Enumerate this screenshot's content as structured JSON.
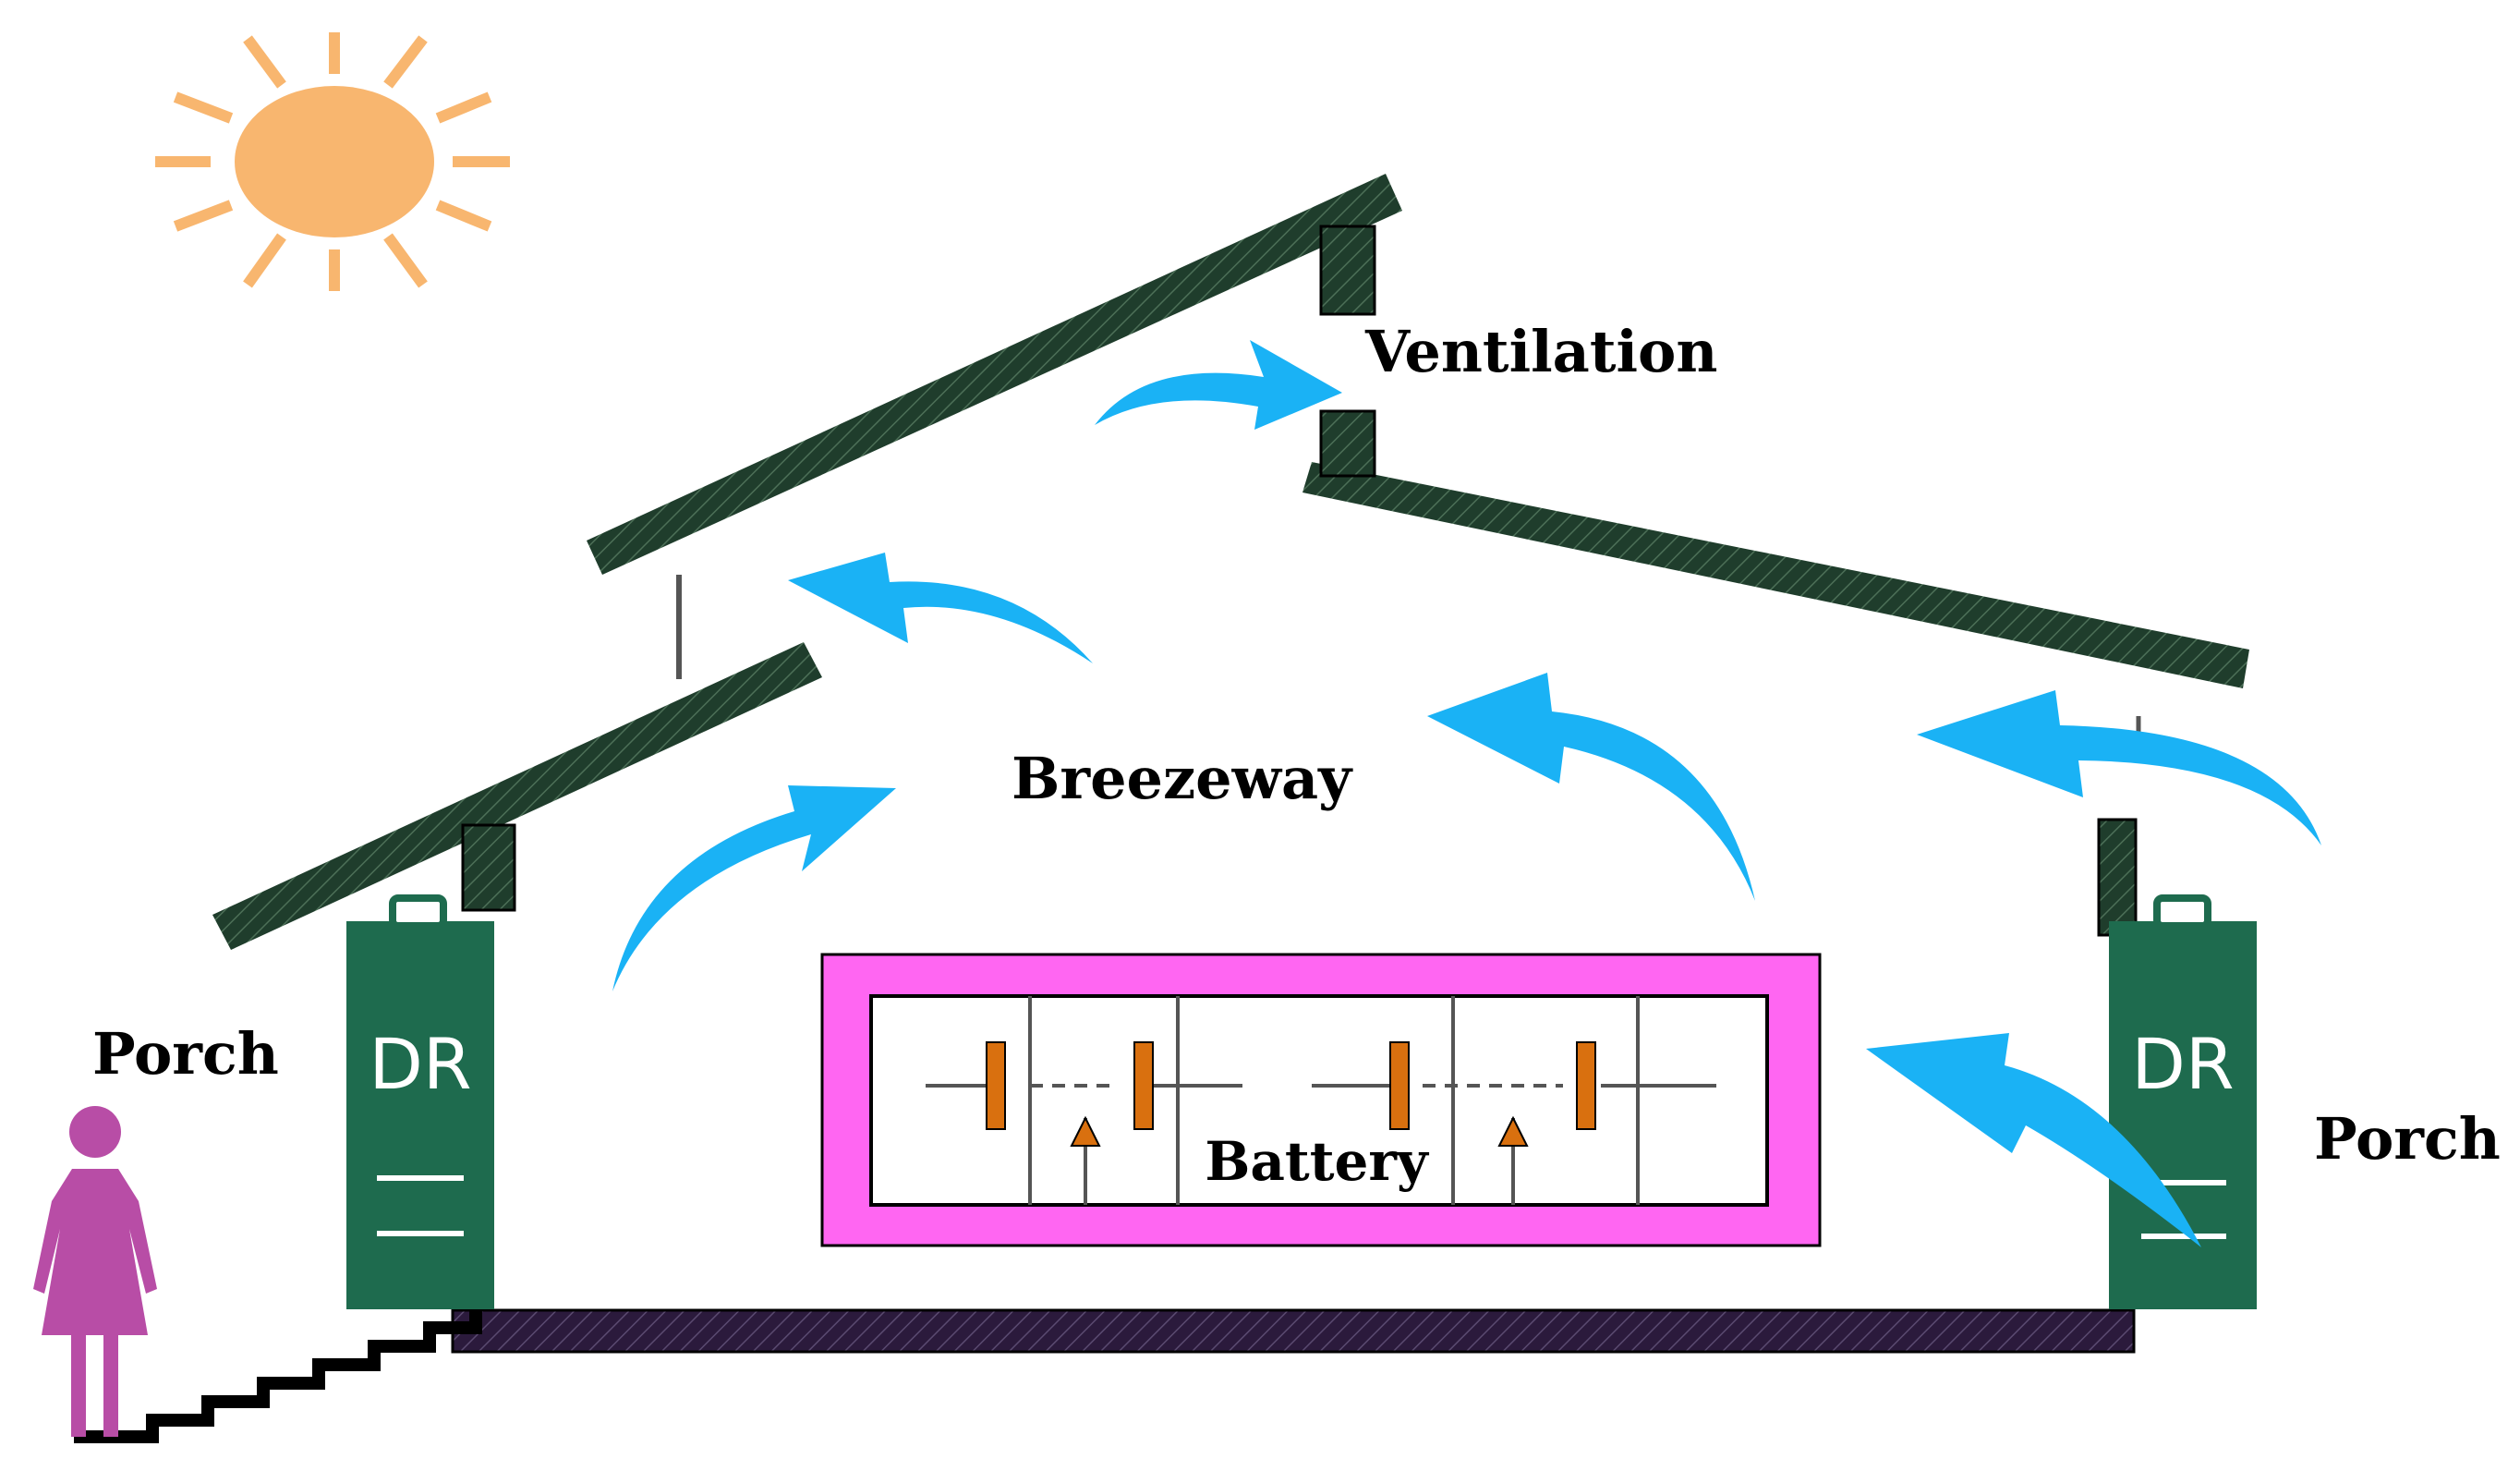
{
  "labels": {
    "ventilation": "Ventilation",
    "breezeway": "Breezeway",
    "porch_left": "Porch",
    "porch_right": "Porch",
    "battery": "Battery",
    "dr_left": "DR",
    "dr_right": "DR"
  },
  "colors": {
    "roof": "#1f3d2c",
    "airflow": "#1ab2f5",
    "sun": "#f8b66f",
    "battery_frame": "#ff66f2",
    "cell": "#d9700f",
    "dr": "#1e6b4e",
    "person": "#b84da6",
    "floor": "#2b1a3c"
  },
  "icons": [
    "sun-icon",
    "person-icon",
    "battery-cell-icon",
    "airflow-arrow-icon"
  ]
}
